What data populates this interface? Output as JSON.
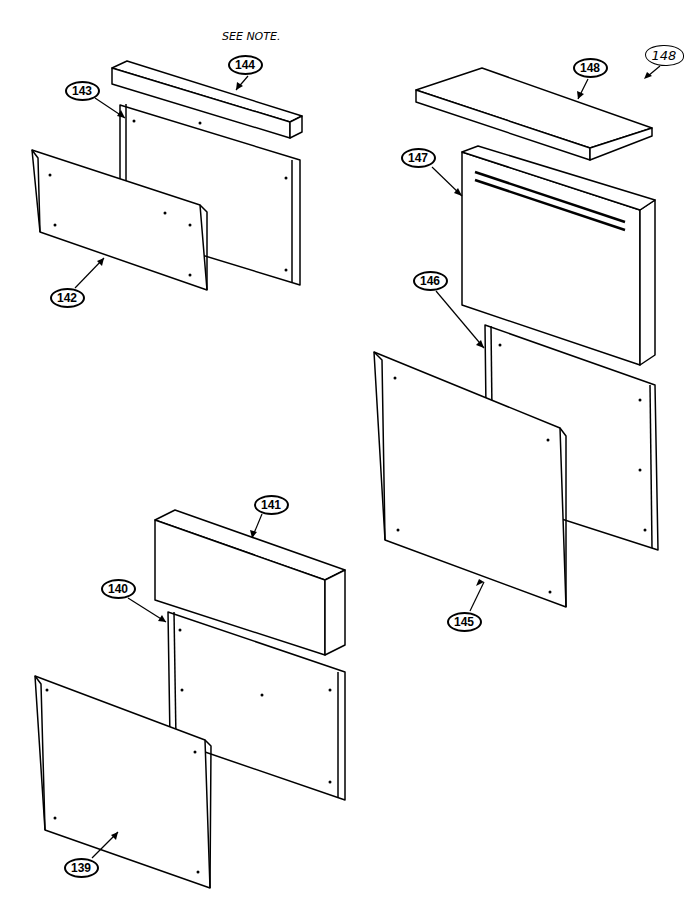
{
  "diagram": {
    "nodes": [
      {
        "text": [
          "148"
        ]
      },
      {
        "text": [
          "144"
        ]
      },
      {
        "text": [
          "148"
        ]
      },
      {
        "text": [
          "143"
        ]
      },
      {
        "text": [
          "147"
        ]
      },
      {
        "text": [
          "146"
        ]
      },
      {
        "text": [
          "142"
        ]
      },
      {
        "text": [
          "141"
        ]
      },
      {
        "text": [
          "140"
        ]
      },
      {
        "text": [
          "145"
        ]
      },
      {
        "text": [
          "139"
        ]
      }
    ],
    "labels": [
      "SEE NOTE."
    ]
  }
}
